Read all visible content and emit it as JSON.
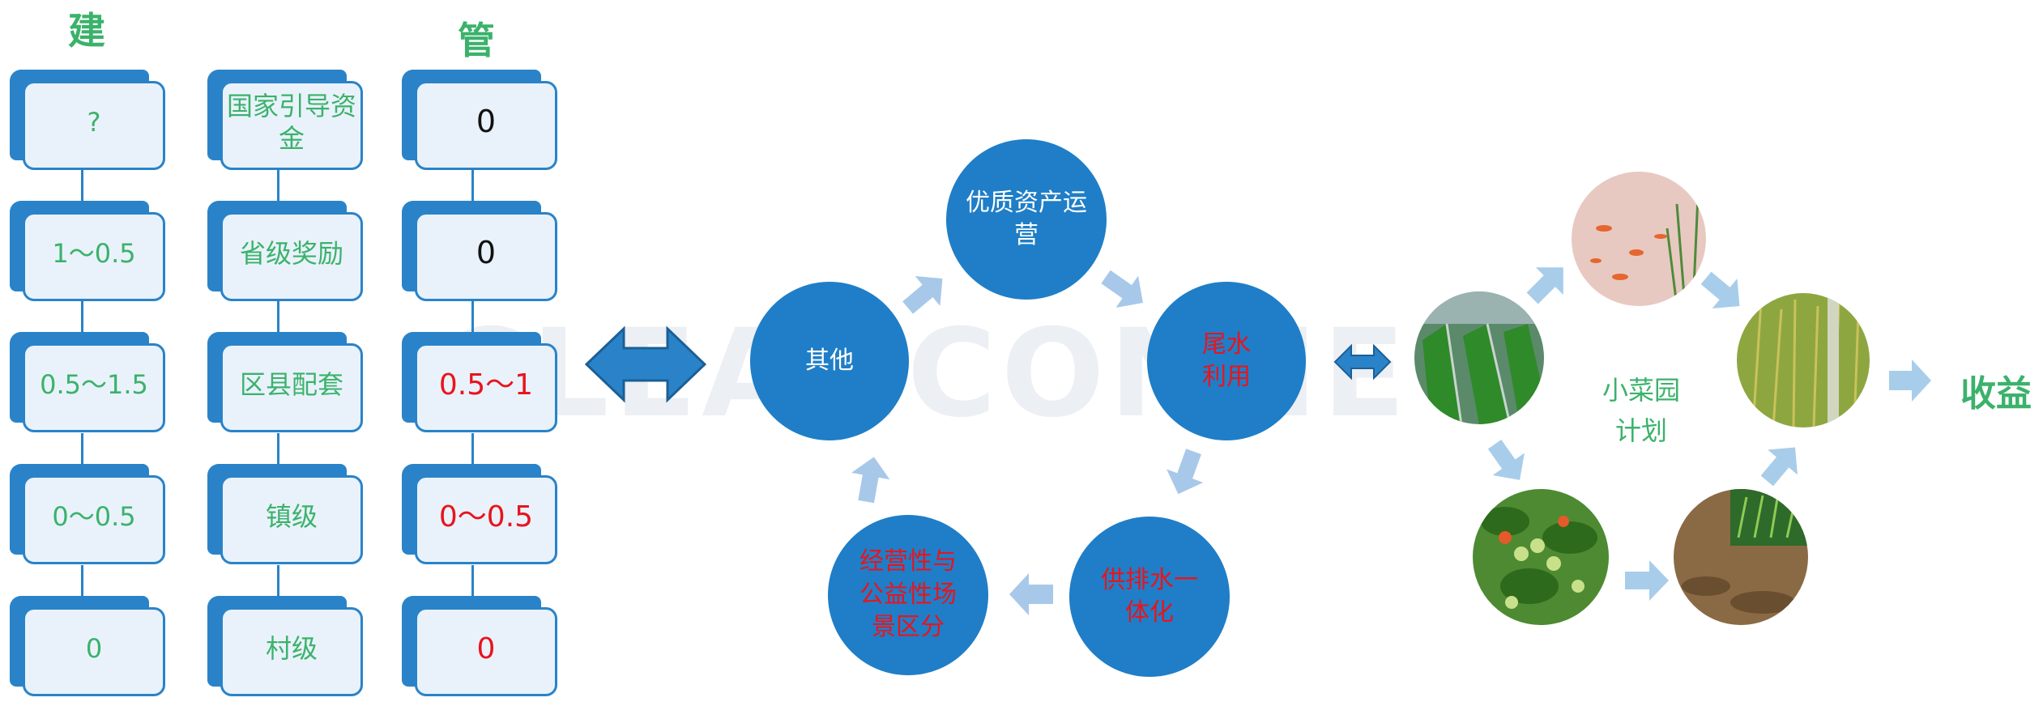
{
  "columns": {
    "build": {
      "heading": "建",
      "items": [
        "?",
        "1～0.5",
        "0.5～1.5",
        "0～0.5",
        "0"
      ]
    },
    "funding": {
      "items": [
        "国家引导资金",
        "省级奖励",
        "区县配套",
        "镇级",
        "村级"
      ]
    },
    "manage": {
      "heading": "管",
      "items": [
        "0",
        "0",
        "0.5～1",
        "0～0.5",
        "0"
      ]
    }
  },
  "cycle": {
    "top": "优质资产运营",
    "left": "其他",
    "right": "尾水利用",
    "bottom_right": "供排水一体化",
    "bottom_left": "经营性与公益性场景区分"
  },
  "garden": {
    "label": "小菜园计划",
    "result": "收益"
  },
  "watermark": "CLEANCONNE",
  "colors": {
    "accent_blue": "#1f7ec7",
    "green_text": "#3bb26b",
    "red_text": "#e8141e",
    "arrow_light": "#a8c8ea"
  }
}
